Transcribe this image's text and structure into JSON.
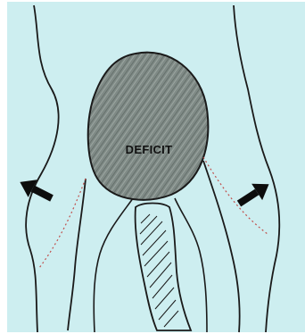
{
  "figure": {
    "deficit_label": "DEFICIT",
    "colors": {
      "background": "#cdeef0",
      "outline": "#1a1a1a",
      "deficit_fill": "#7f8a86",
      "deficit_text": "#111111",
      "arrow": "#0d0d0d",
      "dotted_line": "#c0504d"
    },
    "arrows": [
      {
        "name": "left-arrow",
        "direction": "up-left"
      },
      {
        "name": "right-arrow",
        "direction": "up-right"
      }
    ]
  }
}
